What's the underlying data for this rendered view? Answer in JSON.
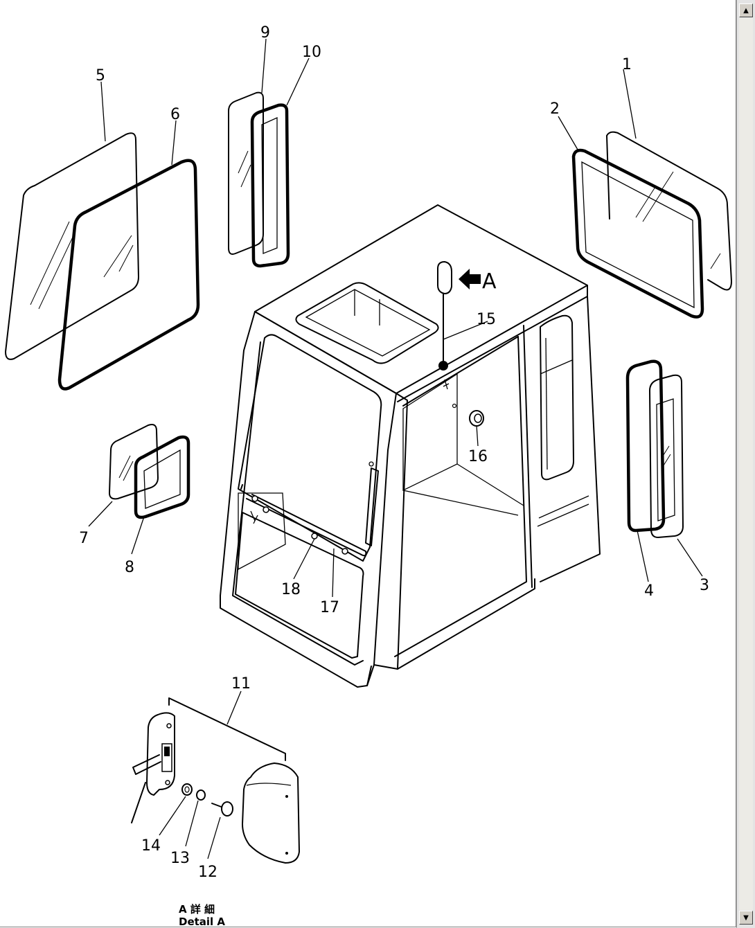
{
  "labels": {
    "n1": "1",
    "n2": "2",
    "n3": "3",
    "n4": "4",
    "n5": "5",
    "n6": "6",
    "n7": "7",
    "n8": "8",
    "n9": "9",
    "n10": "10",
    "n11": "11",
    "n12": "12",
    "n13": "13",
    "n14": "14",
    "n15": "15",
    "n16": "16",
    "n17": "17",
    "n18": "18",
    "arrow_a": "A"
  },
  "caption": {
    "line1": "A 詳 細",
    "line2": "Detail A"
  },
  "scrollbar": {
    "up_icon": "scroll-up-arrow",
    "down_icon": "scroll-down-arrow"
  }
}
